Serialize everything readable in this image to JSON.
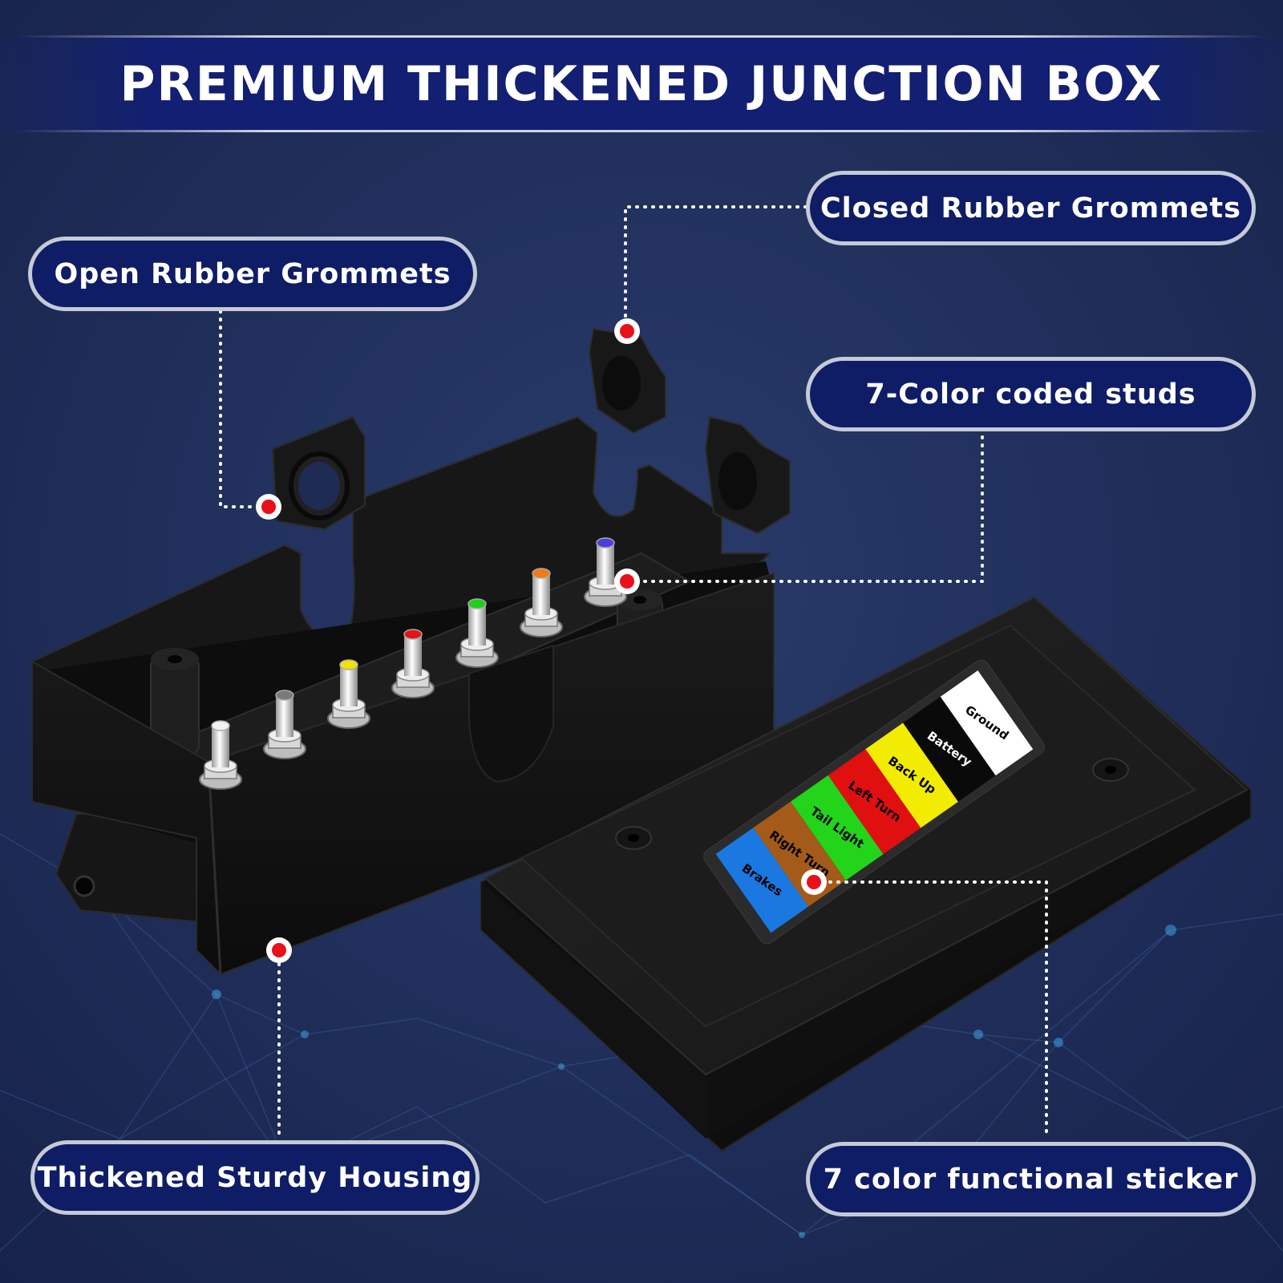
{
  "title": "PREMIUM THICKENED JUNCTION BOX",
  "callouts": {
    "open_grommets": "Open Rubber Grommets",
    "closed_grommets": "Closed Rubber Grommets",
    "color_studs": "7-Color coded studs",
    "housing": "Thickened Sturdy Housing",
    "sticker": "7 color functional sticker"
  },
  "sticker_labels": [
    "Ground",
    "Battery",
    "Back Up",
    "Left Turn",
    "Tail Light",
    "Right Turn",
    "Brakes"
  ],
  "colors": {
    "background": "#1e2b52",
    "pill_fill": "#0f1d66",
    "pill_border": "#c5cad6",
    "marker_red": "#e8101a",
    "box_black": "#141414",
    "stud_white": "#f2f2f2",
    "stud_gray": "#7a7a7a",
    "stud_yellow": "#f4e300",
    "stud_red": "#e01515",
    "stud_green": "#1bd11b",
    "stud_orange": "#f07a16",
    "stud_purple": "#4b3fe0",
    "sticker_white": "#ffffff",
    "sticker_black": "#0a0a0a",
    "sticker_yellow": "#f2ec00",
    "sticker_red": "#e01010",
    "sticker_green": "#22d41a",
    "sticker_brown": "#a45a18",
    "sticker_blue": "#1a78e0"
  }
}
